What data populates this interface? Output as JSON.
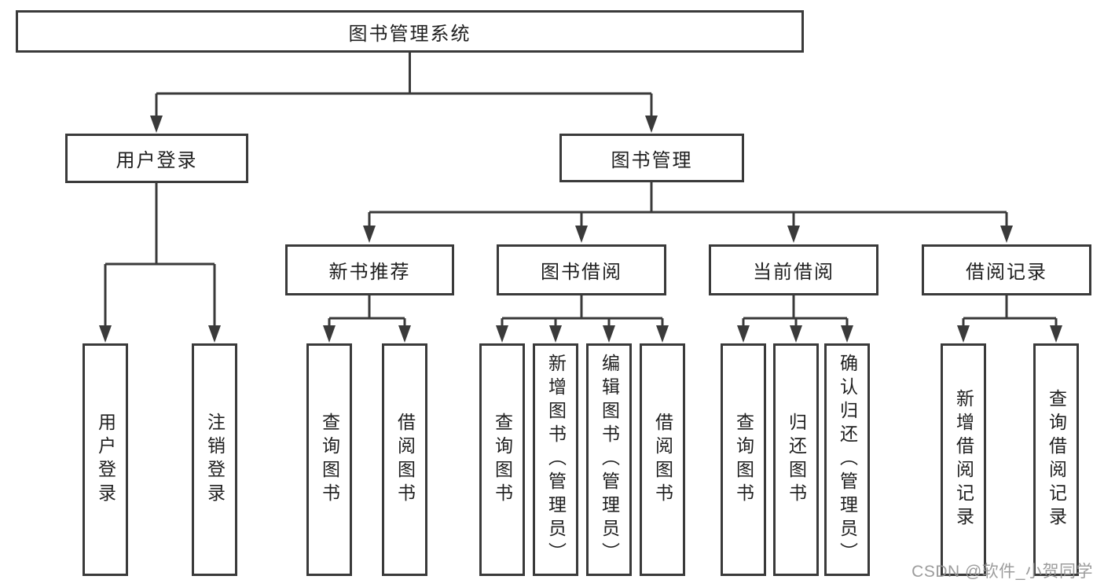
{
  "tree": {
    "root": {
      "label": "图书管理系统"
    },
    "children": [
      {
        "label": "用户登录",
        "children": [
          {
            "label": "用户登录"
          },
          {
            "label": "注销登录"
          }
        ]
      },
      {
        "label": "图书管理",
        "children": [
          {
            "label": "新书推荐",
            "children": [
              {
                "label": "查询图书"
              },
              {
                "label": "借阅图书"
              }
            ]
          },
          {
            "label": "图书借阅",
            "children": [
              {
                "label": "查询图书"
              },
              {
                "label": "新增图书（管理员）"
              },
              {
                "label": "编辑图书（管理员）"
              },
              {
                "label": "借阅图书"
              }
            ]
          },
          {
            "label": "当前借阅",
            "children": [
              {
                "label": "查询图书"
              },
              {
                "label": "归还图书"
              },
              {
                "label": "确认归还（管理员）"
              }
            ]
          },
          {
            "label": "借阅记录",
            "children": [
              {
                "label": "新增借阅记录"
              },
              {
                "label": "查询借阅记录"
              }
            ]
          }
        ]
      }
    ]
  },
  "watermark": {
    "text": "CSDN @软件_小贺同学"
  },
  "colors": {
    "background": "#ffffff",
    "box_fill": "#ffffff",
    "box_border": "#3a3a3a",
    "line": "#3a3a3a",
    "text": "#1f1f1f",
    "watermark": "#949494"
  }
}
